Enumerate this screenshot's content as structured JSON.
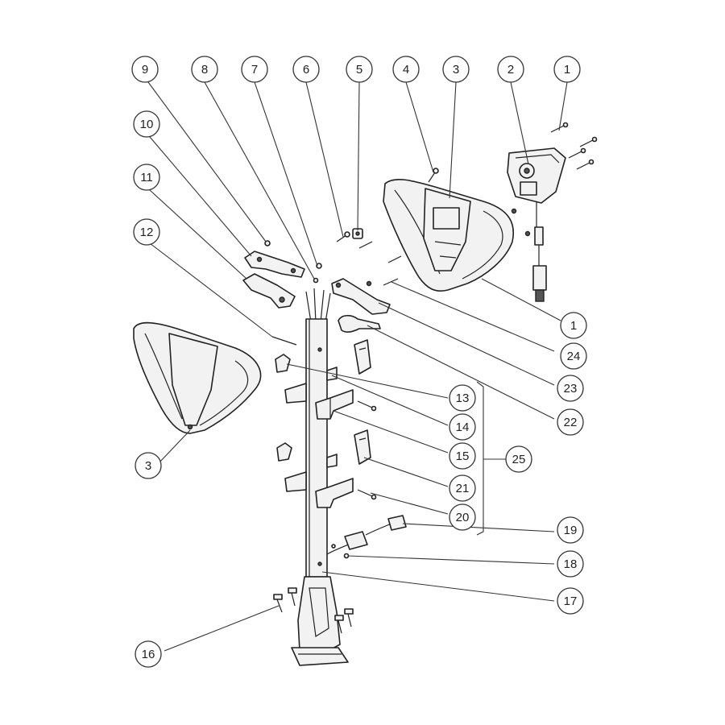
{
  "callouts": {
    "c1a": "1",
    "c2": "2",
    "c3a": "3",
    "c4": "4",
    "c5": "5",
    "c6": "6",
    "c7": "7",
    "c8": "8",
    "c9": "9",
    "c10": "10",
    "c11": "11",
    "c12": "12",
    "c1b": "1",
    "c24": "24",
    "c23": "23",
    "c22": "22",
    "c13": "13",
    "c14": "14",
    "c15": "15",
    "c25": "25",
    "c21": "21",
    "c20": "20",
    "c3b": "3",
    "c19": "19",
    "c18": "18",
    "c17": "17",
    "c16": "16"
  }
}
